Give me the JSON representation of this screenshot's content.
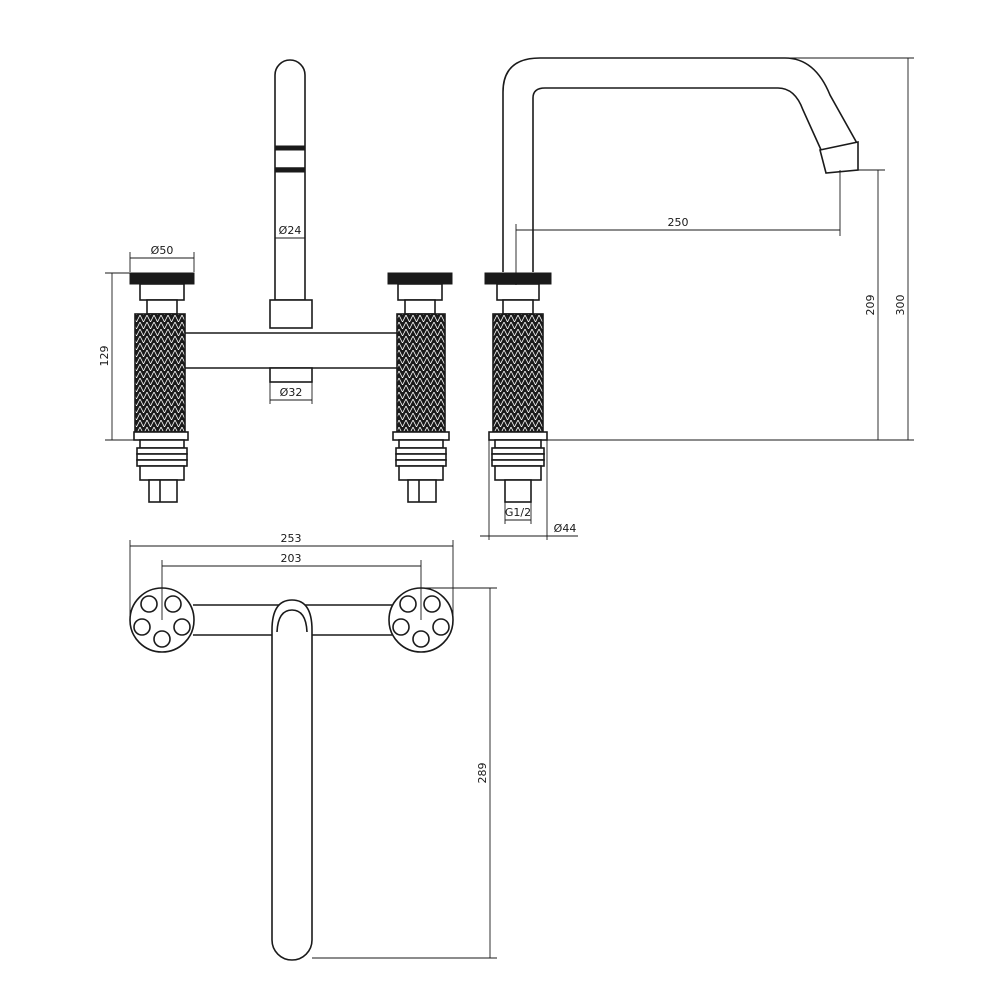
{
  "dimensions": {
    "handle_diameter": "Ø50",
    "spout_diameter": "Ø24",
    "bridge_diameter": "Ø32",
    "base_height": "129",
    "spout_reach_side": "250",
    "spout_outlet_height": "209",
    "overall_height": "300",
    "thread_size": "G1/2",
    "base_diameter": "Ø44",
    "overall_width": "253",
    "centres": "203",
    "spout_reach_top": "289"
  },
  "colors": {
    "line": "#1a1a1a",
    "background": "#ffffff"
  }
}
